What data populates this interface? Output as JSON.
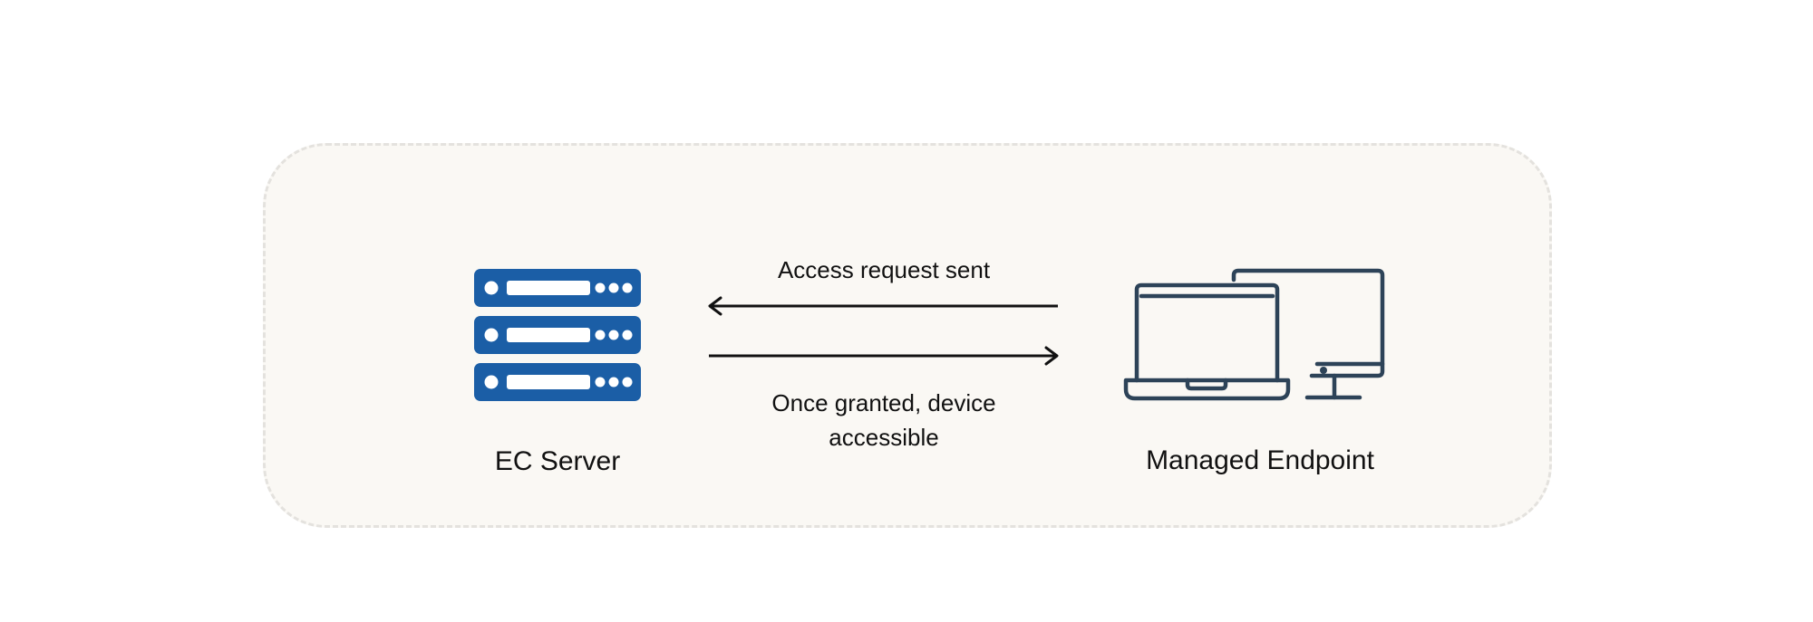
{
  "nodes": {
    "server": {
      "label": "EC Server",
      "icon": "server-rack-icon"
    },
    "endpoint": {
      "label": "Managed Endpoint",
      "icon": "laptop-desktop-icon"
    }
  },
  "edges": {
    "request": {
      "label": "Access request sent",
      "direction": "endpoint-to-server"
    },
    "granted": {
      "label": "Once granted, device accessible",
      "direction": "server-to-endpoint"
    }
  },
  "colors": {
    "server_icon": "#1b5ea6",
    "endpoint_icon": "#2d4358",
    "arrow": "#111111",
    "panel_background": "#faf8f4",
    "panel_border": "#e4e2de"
  }
}
